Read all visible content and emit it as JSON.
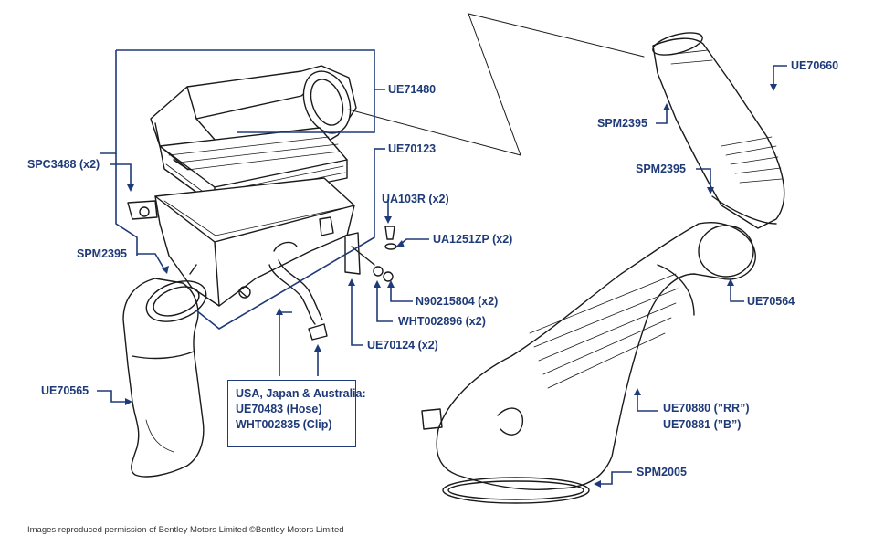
{
  "labels": {
    "ue71480": "UE71480",
    "ue70123": "UE70123",
    "spc3488": "SPC3488 (x2)",
    "ua103r": "UA103R (x2)",
    "ua1251zp": "UA1251ZP (x2)",
    "spm2395_left": "SPM2395",
    "n90215804": "N90215804 (x2)",
    "wht002896": "WHT002896 (x2)",
    "ue70124": "UE70124 (x2)",
    "ue70565": "UE70565",
    "ue70660": "UE70660",
    "spm2395_top": "SPM2395",
    "spm2395_mid": "SPM2395",
    "ue70564": "UE70564",
    "ue70880": "UE70880 (”RR”)",
    "ue70881": "UE70881 (”B”)",
    "spm2005": "SPM2005"
  },
  "note": {
    "line1": "USA, Japan & Australia:",
    "line2": "UE70483 (Hose)",
    "line3": "WHT002835 (Clip)"
  },
  "credit": "Images reproduced permission of Bentley Motors Limited ©Bentley Motors Limited",
  "colors": {
    "leader": "#1f3a78",
    "drawing": "#1a1a1a"
  }
}
